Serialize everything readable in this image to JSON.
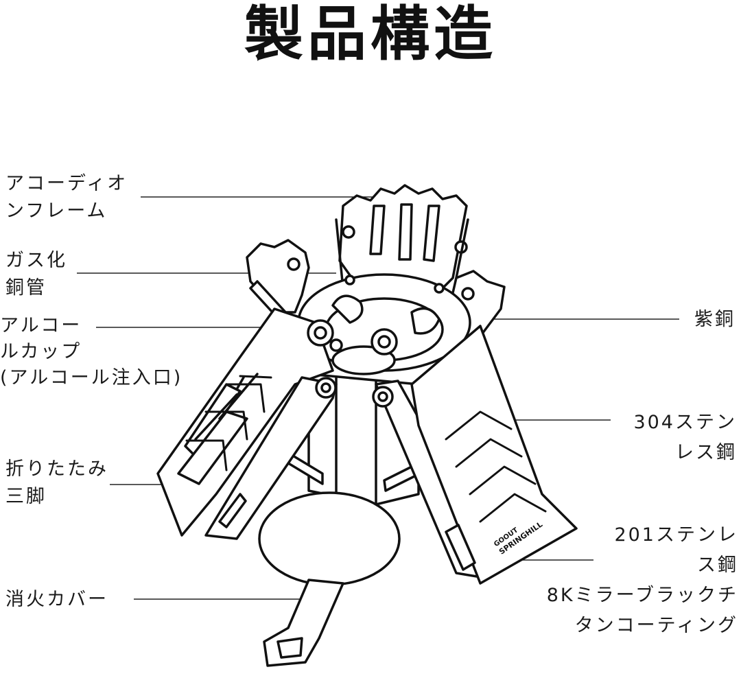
{
  "title": "製品構造",
  "labels": {
    "accordion_frame": [
      "アコーディオ",
      "ンフレーム"
    ],
    "gas_tube": [
      "ガス化",
      "銅管"
    ],
    "alcohol_cup": [
      "アルコー",
      "ルカップ",
      "(アルコール注入口)"
    ],
    "folding_tripod": [
      "折りたたみ",
      "三脚"
    ],
    "extinguisher_cover": [
      "消火カバー"
    ],
    "copper": [
      "紫銅"
    ],
    "steel_304": [
      "304ステン",
      "レス鋼"
    ],
    "steel_201": [
      "201ステンレ",
      "ス鋼",
      "8Kミラーブラックチ",
      "タンコーティング"
    ]
  },
  "brand": {
    "line1": "GOOUT",
    "line2": "SPRINGHILL"
  }
}
